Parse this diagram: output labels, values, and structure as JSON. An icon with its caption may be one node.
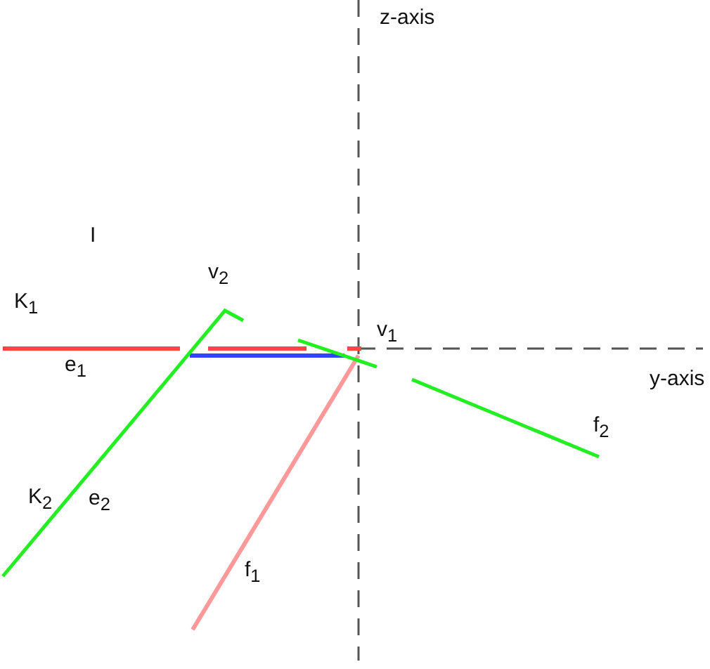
{
  "diagram": {
    "labels": [
      "z-axis",
      "I",
      "v$_{2}$",
      "K$_{1}$",
      "v$_{1}$",
      "e$_{1}$",
      "y-axis",
      "f$_{2}$",
      "K$_{2}$",
      "e$_{2}$",
      "f$_{1}$"
    ]
  }
}
